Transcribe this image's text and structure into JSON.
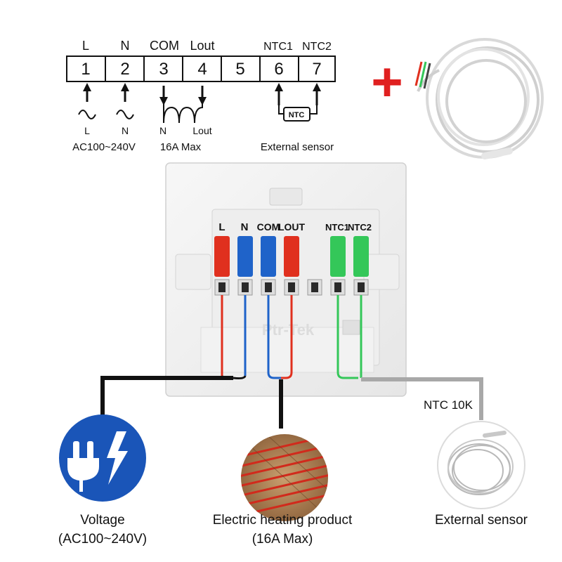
{
  "terminal_strip": {
    "headers": [
      "L",
      "N",
      "COM",
      "Lout",
      "NTC1",
      "NTC2"
    ],
    "numbers": [
      "1",
      "2",
      "3",
      "4",
      "5",
      "6",
      "7"
    ],
    "power_symbol_labels": [
      "L",
      "N"
    ],
    "power_label": "AC100~240V",
    "heater_labels": [
      "N",
      "Lout"
    ],
    "heater_label": "16A Max",
    "ntc_box_label": "NTC",
    "sensor_label": "External sensor",
    "plus_symbol": "+"
  },
  "back_panel": {
    "terminal_labels": [
      "L",
      "N",
      "COM",
      "LOUT",
      "NTC1",
      "NTC2"
    ],
    "watermark": "Ptr-Tek"
  },
  "wire_label": "NTC 10K",
  "captions": {
    "voltage": [
      "Voltage",
      "(AC100~240V)"
    ],
    "heating": [
      "Electric heating product",
      "(16A Max)"
    ],
    "sensor": [
      "External sensor"
    ]
  },
  "colors": {
    "red": "#e0301e",
    "blue": "#1f63c9",
    "green": "#34c759",
    "black": "#111111",
    "grey": "#a8a8a8",
    "plus": "#e02020",
    "plug_circle": "#1a55b8"
  },
  "icons": [
    "plug-lightning-icon",
    "heating-floor-icon",
    "sensor-coil-icon",
    "sensor-cable-icon"
  ]
}
